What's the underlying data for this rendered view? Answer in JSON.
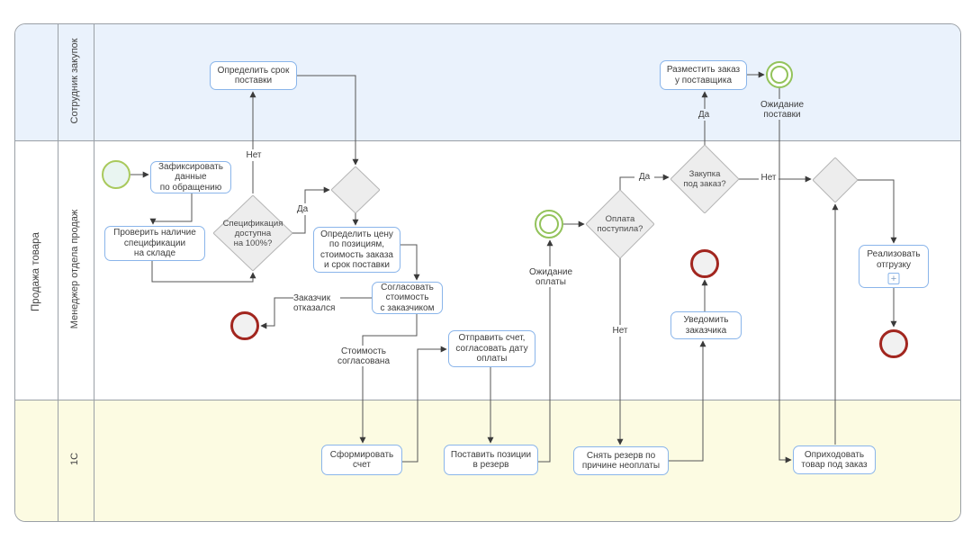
{
  "pool": {
    "label": "Продажа товара"
  },
  "lanes": [
    {
      "label": "Сотрудник закупок"
    },
    {
      "label": "Менеджер отдела продаж"
    },
    {
      "label": "1С"
    }
  ],
  "tasks": {
    "define_delivery_term": {
      "label": "Определить срок\nпоставки"
    },
    "record_request_data": {
      "label": "Зафиксировать\nданные\nпо обращению"
    },
    "check_spec_in_stock": {
      "label": "Проверить наличие\nспецификации\nна складе"
    },
    "define_price": {
      "label": "Определить цену\nпо позициям,\nстоимость заказа\nи срок поставки"
    },
    "agree_cost": {
      "label": "Согласовать\nстоимость\nс заказчиком"
    },
    "send_invoice": {
      "label": "Отправить счет,\nсогласовать дату\nоплаты"
    },
    "notify_customer": {
      "label": "Уведомить\nзаказчика"
    },
    "ship_goods": {
      "label": "Реализовать\nотгрузку"
    },
    "place_order_supplier": {
      "label": "Разместить заказ\nу поставщика"
    },
    "create_invoice": {
      "label": "Сформировать\nсчет"
    },
    "reserve_items": {
      "label": "Поставить позиции\nв резерв"
    },
    "remove_reserve": {
      "label": "Снять резерв по\nпричине неоплаты"
    },
    "receive_goods": {
      "label": "Оприходовать\nтовар под заказ"
    }
  },
  "gateways": {
    "spec_available": {
      "label": "Спецификация\nдоступна\nна 100%?"
    },
    "payment_received": {
      "label": "Оплата\nпоступила?"
    },
    "purchase_to_order": {
      "label": "Закупка\nпод заказ?"
    }
  },
  "events": {
    "wait_payment": {
      "label": "Ожидание\nоплаты"
    },
    "wait_delivery": {
      "label": "Ожидание\nпоставки"
    }
  },
  "edge_labels": {
    "no_spec": "Нет",
    "yes_spec": "Да",
    "customer_refused": "Заказчик\nотказался",
    "cost_agreed": "Стоимость\nсогласована",
    "yes_payment": "Да",
    "no_payment": "Нет",
    "yes_purchase": "Да",
    "no_purchase": "Нет"
  },
  "icons": {
    "subprocess_plus": "+"
  },
  "colors": {
    "lane_procurement_bg": "#eaf2fc",
    "lane_1c_bg": "#fcfbe2",
    "task_border": "#8ab5ea",
    "gateway_fill": "#ededed",
    "gateway_border": "#b5b5b5",
    "start_event_border": "#a9c95c",
    "start_event_fill": "#e9f5f1",
    "intermediate_event_border": "#93c35b",
    "end_event_border": "#a2261f",
    "connector": "#555555"
  }
}
